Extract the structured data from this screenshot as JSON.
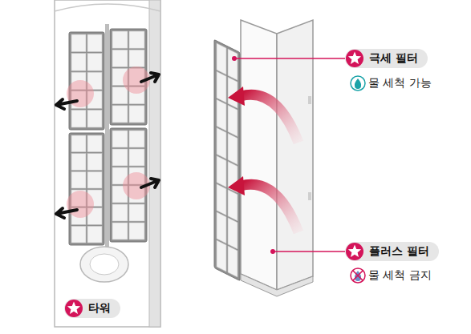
{
  "diagram": {
    "nodes": [
      {
        "text": [
          "극세 필터"
        ]
      },
      {
        "text": [
          "플러스 필터"
        ]
      },
      {
        "text": [
          "타워"
        ]
      }
    ],
    "labels": [
      "물 세척 가능",
      "물 세척 금지"
    ]
  }
}
